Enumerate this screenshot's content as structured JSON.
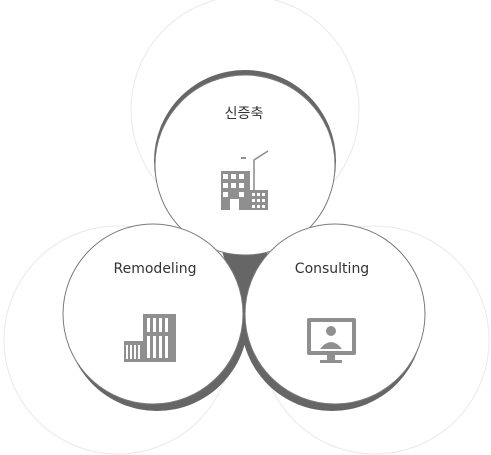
{
  "services": [
    {
      "key": "new-construction",
      "label": "신증축",
      "icon": "building-crane-icon"
    },
    {
      "key": "remodeling",
      "label": "Remodeling",
      "icon": "buildings-icon"
    },
    {
      "key": "consulting",
      "label": "Consulting",
      "icon": "monitor-person-icon"
    }
  ],
  "colors": {
    "ring_outer": "#e9e9e9",
    "ring_dark": "#666666",
    "circle_border": "#7a7a7a",
    "icon": "#8f8f8f",
    "text": "#333333"
  }
}
